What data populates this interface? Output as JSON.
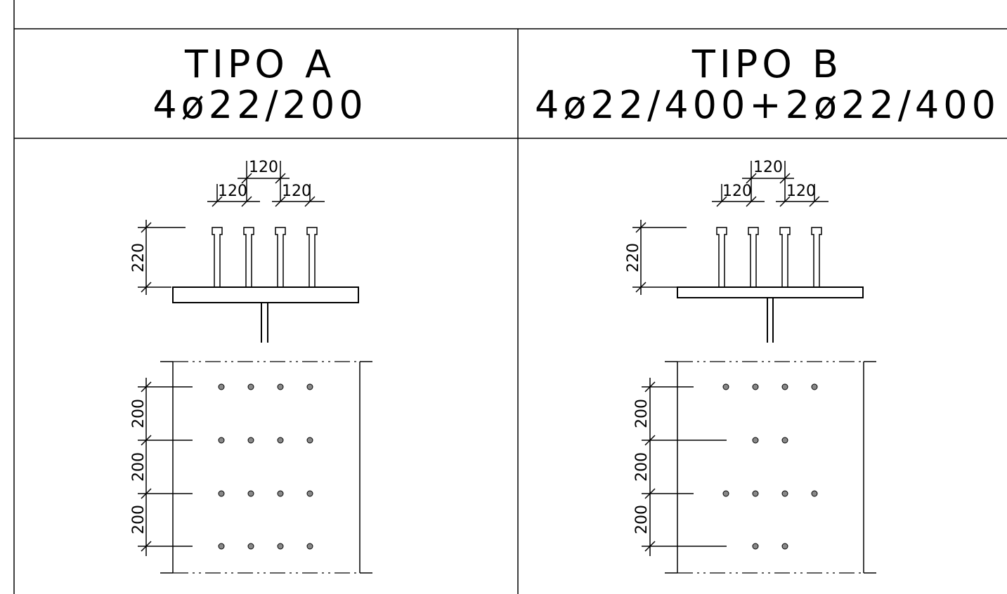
{
  "panels": [
    {
      "title_line1": "TIPO  A",
      "title_line2": "4ø22/200",
      "dims": {
        "spacing_top": "120",
        "spacing_left": "120",
        "spacing_right": "120",
        "height": "220",
        "row1": "200",
        "row2": "200",
        "row3": "200"
      },
      "rows": [
        4,
        4,
        4,
        4
      ]
    },
    {
      "title_line1": "TIPO  B",
      "title_line2": "4ø22/400+2ø22/400",
      "dims": {
        "spacing_top": "120",
        "spacing_left": "120",
        "spacing_right": "120",
        "height": "220",
        "row1": "200",
        "row2": "200",
        "row3": "200"
      },
      "rows": [
        4,
        2,
        4,
        2
      ]
    }
  ]
}
